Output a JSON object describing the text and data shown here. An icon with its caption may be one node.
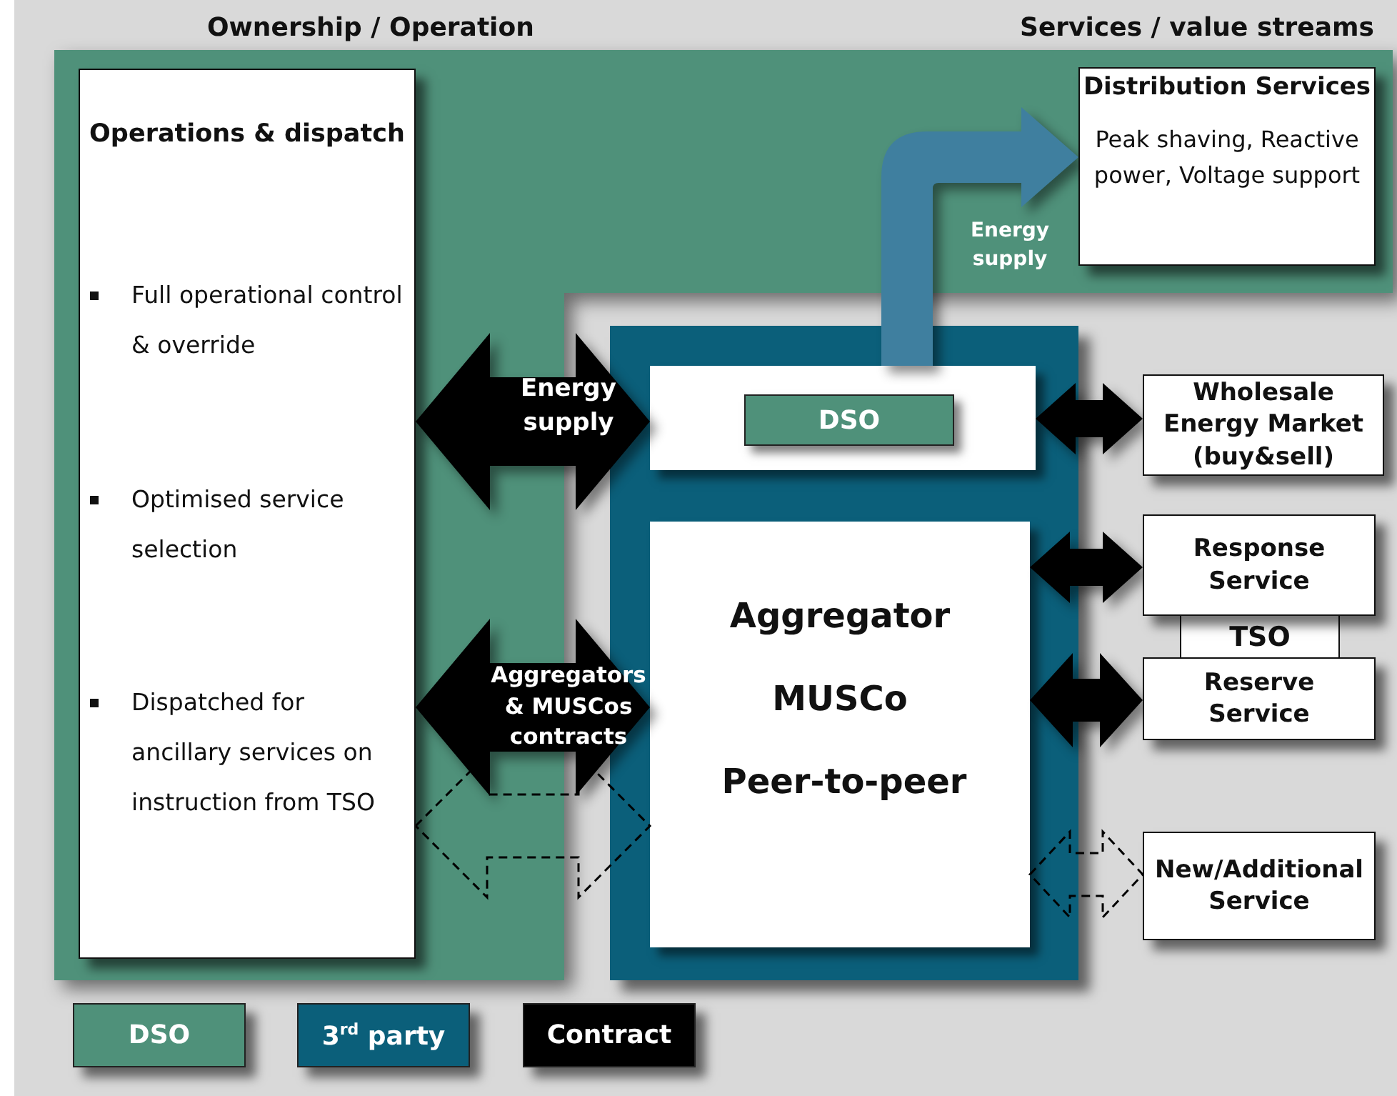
{
  "diagram": {
    "nodes": [
      {
        "text": [
          "Operations & dispatch",
          "Full operational control & override",
          "Optimised service selection",
          "Dispatched for ancillary services on instruction from TSO"
        ]
      },
      {
        "text": [
          "Distribution Services",
          "Peak shaving, Reactive power, Voltage support"
        ]
      },
      {
        "text": [],
        "shape": "box"
      },
      {
        "text": [],
        "shape": "box",
        "in": 2
      },
      {
        "text": [
          "DSO"
        ],
        "in": 3
      },
      {
        "text": [
          "Aggregator",
          "MUSCo",
          "Peer-to-peer"
        ],
        "in": 2
      },
      {
        "text": [
          "Wholesale Energy Market (buy&sell)"
        ]
      },
      {
        "text": [
          "TSO"
        ]
      },
      {
        "text": [
          "Response Service"
        ]
      },
      {
        "text": [
          "Reserve Service"
        ]
      },
      {
        "text": [
          "New/Additional Service"
        ]
      }
    ],
    "edges": [
      {
        "from": 0,
        "to": 3,
        "arrow": "both",
        "label": "Energy supply"
      },
      {
        "from": 0,
        "to": 5,
        "arrow": "both",
        "label": "Aggregators & MUSCos contracts"
      },
      {
        "from": 0,
        "to": 5,
        "arrow": "both",
        "style": "dashed"
      },
      {
        "from": 3,
        "to": 1,
        "arrow": "to",
        "label": "Energy supply",
        "color": "#3f7f9f"
      },
      {
        "from": 3,
        "to": 6,
        "arrow": "both"
      },
      {
        "from": 5,
        "to": 8,
        "arrow": "both"
      },
      {
        "from": 5,
        "to": 9,
        "arrow": "both"
      },
      {
        "from": 5,
        "to": 10,
        "arrow": "both",
        "style": "dashed"
      }
    ],
    "labels": [
      "Ownership / Operation",
      "Services / value streams"
    ],
    "legend": [
      {
        "text": "DSO",
        "color": "#4f917a"
      },
      {
        "text": "3$^{rd}$ party",
        "color": "#0b5f7a"
      },
      {
        "text": "Contract",
        "color": "#000000"
      }
    ]
  }
}
